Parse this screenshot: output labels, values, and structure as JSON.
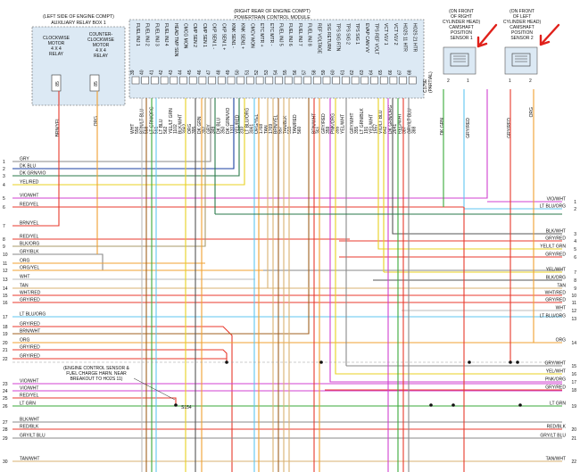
{
  "relay_box": {
    "title": [
      "(LEFT SIDE OF ENGINE COMPT)",
      "AUXILIARY RELAY BOX 1"
    ],
    "cw_motor": [
      "CLOCKWISE",
      "MOTOR",
      "4 X 4",
      "RELAY"
    ],
    "ccw_motor": [
      "COUNTER-",
      "CLOCKWISE",
      "MOTOR",
      "4 X 4",
      "RELAY"
    ],
    "cw_pin": "85",
    "ccw_pin": "85",
    "cw_wire": "BRN/YEL",
    "ccw_wire": "ORG"
  },
  "pcm": {
    "title": [
      "(RIGHT REAR OF ENGINE COMPT)",
      "POWERTRAIN CONTROL MODULE"
    ],
    "pins": [
      {
        "label": "FUEL INJ 1",
        "pin": "39",
        "circuit": "556",
        "wire": "WHT"
      },
      {
        "label": "FUEL INJ 2",
        "pin": "40",
        "circuit": "558",
        "wire": "BRN/LT BLU"
      },
      {
        "label": "FUEL INJ 3",
        "pin": "41",
        "circuit": "561",
        "wire": "LT GRN/ORG"
      },
      {
        "label": "FUEL INJ 4",
        "pin": "42",
        "circuit": "562",
        "wire": "LT BLU"
      },
      {
        "label": "HEAD TMP SEN",
        "pin": "43",
        "circuit": "1102",
        "wire": "YEL/LT GRN"
      },
      {
        "label": "CMCG MON",
        "pin": "44",
        "circuit": "3062",
        "wire": "BLK/WHT"
      },
      {
        "label": "CMP SEN 2",
        "pin": "45",
        "circuit": "395",
        "wire": "ORG"
      },
      {
        "label": "CMP SEN 1",
        "pin": "46",
        "circuit": "392",
        "wire": "DK GRN"
      },
      {
        "label": "CKP SEN 1 -",
        "pin": "47",
        "circuit": "349",
        "wire": "GRY"
      },
      {
        "label": "CKP SEN 1 +",
        "pin": "48",
        "circuit": "350",
        "wire": "DK BLU"
      },
      {
        "label": "KNK SEN1 -",
        "pin": "49",
        "circuit": "1311",
        "wire": "DK GRN/VIO"
      },
      {
        "label": "KNK SEN1 +",
        "pin": "50",
        "circuit": "310",
        "wire": "YEL/RED"
      },
      {
        "label": "CMCV MON",
        "pin": "51",
        "circuit": "3061",
        "wire": "LT BLU/ORG"
      },
      {
        "label": "ETC MTR +",
        "pin": "52",
        "circuit": "1768",
        "wire": "ORG/YEL"
      },
      {
        "label": "ETC MTR -",
        "pin": "53",
        "circuit": "1769",
        "wire": "TAN"
      },
      {
        "label": "FUEL INJ 5",
        "pin": "54",
        "circuit": "557",
        "wire": "BRN/YEL"
      },
      {
        "label": "FUEL INJ 6",
        "pin": "55",
        "circuit": "559",
        "wire": "TAN/BLK"
      },
      {
        "label": "FUEL INJ 7",
        "pin": "56",
        "circuit": "560",
        "wire": "TAN/RED"
      },
      {
        "label": "FUEL INJ 8",
        "pin": "57",
        "circuit": "",
        "wire": ""
      },
      {
        "label": "REF VOLTAGE",
        "pin": "58",
        "circuit": "351",
        "wire": "BRN/WHT"
      },
      {
        "label": "SIG RETURN",
        "pin": "59",
        "circuit": "359",
        "wire": "GRY/RED"
      },
      {
        "label": "TPS SIG RTN",
        "pin": "60",
        "circuit": "355",
        "wire": "PNK/ORG"
      },
      {
        "label": "TPS SIG 2",
        "pin": "61",
        "circuit": "",
        "wire": "YEL/WHT"
      },
      {
        "label": "TPS SIG 1",
        "pin": "62",
        "circuit": "355",
        "wire": "GRY/WHT"
      },
      {
        "label": "EVAP CAN VV",
        "pin": "63",
        "circuit": "191",
        "wire": "LT GRN/BLK"
      },
      {
        "label": "TPS REF VOLT",
        "pin": "64",
        "circuit": "1557",
        "wire": "YEL/WHT"
      },
      {
        "label": "VCT VLV 1",
        "pin": "65",
        "circuit": "642",
        "wire": "VIO/LT BLU"
      },
      {
        "label": "VCT VLV 2",
        "pin": "66",
        "circuit": "2641",
        "wire": "DK GRN/ORG"
      },
      {
        "label": "HO2S 11 HTR",
        "pin": "67",
        "circuit": "387",
        "wire": "RED/WHT"
      },
      {
        "label": "HO2S 21 HTR",
        "pin": "68",
        "circuit": "388",
        "wire": "GRY/LT BLU"
      }
    ],
    "partial_note": "(PARTIAL)",
    "connector_id": "C175E"
  },
  "sensors": {
    "cmp1": {
      "title": [
        "(ON FRONT",
        "OF RIGHT",
        "CYLINDER HEAD)",
        "CAMSHAFT",
        "POSITION",
        "SENSOR 1"
      ],
      "pin_a": "2",
      "pin_b": "1",
      "wire_a": "DK GRN",
      "wire_b": "GRY/RED"
    },
    "cmp2": {
      "title": [
        "(ON FRONT",
        "OF LEFT",
        "CYLINDER HEAD)",
        "CAMSHAFT",
        "POSITION",
        "SENSOR 2"
      ],
      "pin_a": "1",
      "pin_b": "2",
      "wire_a": "GRY/RED",
      "wire_b": "ORG"
    }
  },
  "left_rows": [
    {
      "n": "1",
      "label": "GRY"
    },
    {
      "n": "2",
      "label": "DK BLU"
    },
    {
      "n": "3",
      "label": "DK GRN/VIO"
    },
    {
      "n": "4",
      "label": "YEL/RED"
    },
    {
      "n": "5",
      "label": "VIO/WHT"
    },
    {
      "n": "6",
      "label": "RED/YEL"
    },
    {
      "n": "7",
      "label": "BRN/YEL"
    },
    {
      "n": "8",
      "label": "RED/YEL"
    },
    {
      "n": "9",
      "label": "BLK/ORG"
    },
    {
      "n": "10",
      "label": "GRY/BLK"
    },
    {
      "n": "11",
      "label": "ORG"
    },
    {
      "n": "12",
      "label": "ORG/YEL"
    },
    {
      "n": "13",
      "label": "WHT"
    },
    {
      "n": "14",
      "label": "TAN"
    },
    {
      "n": "15",
      "label": "WHT/RED"
    },
    {
      "n": "16",
      "label": "GRY/RED"
    },
    {
      "n": "17",
      "label": "LT BLU/ORG"
    },
    {
      "n": "18",
      "label": "GRY/RED"
    },
    {
      "n": "19",
      "label": "BRN/WHT"
    },
    {
      "n": "20",
      "label": "ORG"
    },
    {
      "n": "21",
      "label": "GRY/RED"
    },
    {
      "n": "22",
      "label": "GRY/RED"
    },
    {
      "n": "23",
      "label": "VIO/WHT"
    },
    {
      "n": "24",
      "label": "VIO/WHT"
    },
    {
      "n": "25",
      "label": "RED/YEL"
    },
    {
      "n": "26",
      "label": "LT GRN"
    },
    {
      "n": "27",
      "label": "BLK/WHT"
    },
    {
      "n": "28",
      "label": "RED/BLK"
    },
    {
      "n": "29",
      "label": "GRY/LT BLU"
    },
    {
      "n": "30",
      "label": "TAN/WHT"
    }
  ],
  "right_rows": [
    {
      "n": "1",
      "label": "VIO/WHT"
    },
    {
      "n": "2",
      "label": "LT BLU/ORG"
    },
    {
      "n": "3",
      "label": "BLK/WHT"
    },
    {
      "n": "4",
      "label": "GRY/RED"
    },
    {
      "n": "5",
      "label": "YEL/LT GRN"
    },
    {
      "n": "6",
      "label": "GRY/RED"
    },
    {
      "n": "7",
      "label": "YEL/WHT"
    },
    {
      "n": "8",
      "label": "BLK/ORG"
    },
    {
      "n": "9",
      "label": "TAN"
    },
    {
      "n": "10",
      "label": "WHT/RED"
    },
    {
      "n": "11",
      "label": "GRY/RED"
    },
    {
      "n": "12",
      "label": "WHT"
    },
    {
      "n": "13",
      "label": "LT BLU/ORG"
    },
    {
      "n": "14",
      "label": "ORG"
    },
    {
      "n": "15",
      "label": "GRY/WHT"
    },
    {
      "n": "16",
      "label": "YEL/WHT"
    },
    {
      "n": "17",
      "label": "PNK/ORG"
    },
    {
      "n": "18",
      "label": "GRY/RED"
    },
    {
      "n": "19",
      "label": "LT GRN"
    },
    {
      "n": "20",
      "label": "RED/BLK"
    },
    {
      "n": "21",
      "label": "GRY/LT BLU"
    },
    {
      "n": "22",
      "label": "TAN/WHT"
    }
  ],
  "splice_note": [
    "(ENGINE CONTROL SENSOR &",
    "FUEL CHARGE HARN. NEAR",
    "BREAKOUT TO HO2S 11)"
  ],
  "splice_id": "S154",
  "colors": {
    "wire_red": "#e8392c",
    "wire_orange": "#f0a030",
    "wire_green": "#3aaa3a",
    "wire_blue": "#1a3fa0",
    "wire_violet": "#d040d0",
    "wire_lightblue": "#5fc6f0",
    "wire_yellow": "#e8d020",
    "wire_brown": "#a06020",
    "box_fill": "#dce9f4",
    "arrow": "#e0201a"
  }
}
